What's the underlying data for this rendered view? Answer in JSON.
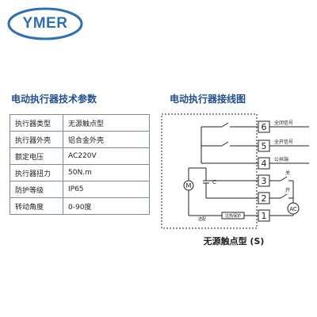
{
  "logo": {
    "text": "YMER"
  },
  "specs_title": "电动执行器技术参数",
  "wiring_title": "电动执行器接线图",
  "specs": [
    {
      "label": "执行器类型",
      "value": "无源触点型"
    },
    {
      "label": "执行器外壳",
      "value": "铝合金外壳"
    },
    {
      "label": "额定电压",
      "value": "AC220V"
    },
    {
      "label": "执行器扭力",
      "value": "50N.m"
    },
    {
      "label": "防护等级",
      "value": "IP65"
    },
    {
      "label": "转动角度",
      "value": "0-90度"
    }
  ],
  "wiring": {
    "terminals": [
      "6",
      "5",
      "4",
      "3",
      "2",
      "1"
    ],
    "signal_labels": {
      "closed": "全闭信号",
      "open": "全开信号",
      "common": "公共端"
    },
    "switch_labels": {
      "close": "关",
      "open": "开"
    },
    "motor_label": "M",
    "capacitor_label": "C",
    "source_label": "AC",
    "protector_label": "过热保护",
    "mark_label": "选配",
    "caption": "无源触点型 (S)"
  },
  "colors": {
    "brand_blue": "#2e6fb6",
    "title_blue": "#1f4f92",
    "line": "#222222"
  }
}
